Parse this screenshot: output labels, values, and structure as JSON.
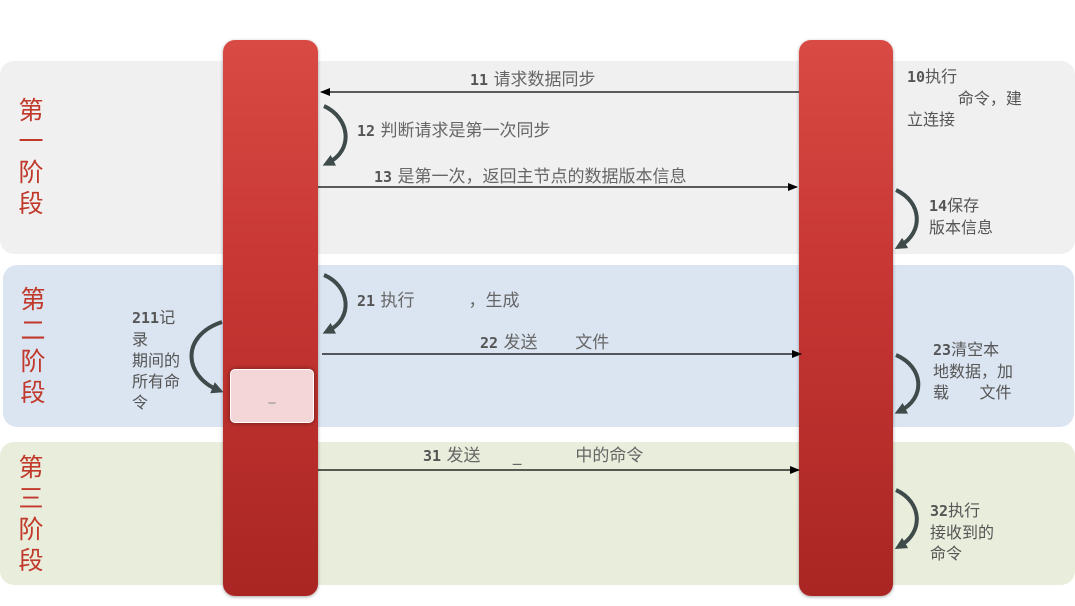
{
  "colors": {
    "stage1_band": "#f0f0f0",
    "stage2_band": "#dbe4f1",
    "stage3_band": "#e9eddc",
    "lane_red": "#c0302c",
    "stage_label": "#c0392b",
    "arrow": "#000000",
    "curved_arrow": "#3f4a4a"
  },
  "stages": [
    {
      "label": "第一阶段"
    },
    {
      "label": "第二阶段"
    },
    {
      "label": "第三阶段"
    }
  ],
  "messages": {
    "m11": {
      "num": "11",
      "text": "请求数据同步"
    },
    "m12": {
      "num": "12",
      "text": "判断请求是第一次同步"
    },
    "m13": {
      "num": "13",
      "text": "是第一次，返回主节点的数据版本信息"
    },
    "m21": {
      "num": "21",
      "text": "执行          ，生成"
    },
    "m22": {
      "num": "22",
      "text": "发送       文件"
    },
    "m31": {
      "num": "31",
      "text": "发送      _          中的命令"
    }
  },
  "notes": {
    "n10": {
      "num": "10",
      "text": "执行\n          命令，建\n立连接"
    },
    "n14": {
      "num": "14",
      "text": "保存\n版本信息"
    },
    "n211": {
      "num": "211",
      "text": "记\n录\n期间的\n所有命\n令"
    },
    "n23": {
      "num": "23",
      "text": "清空本\n地数据，加\n载      文件"
    },
    "n32": {
      "num": "32",
      "text": "执行\n接收到的\n命令"
    }
  },
  "buffer_box": {
    "label": "_"
  }
}
